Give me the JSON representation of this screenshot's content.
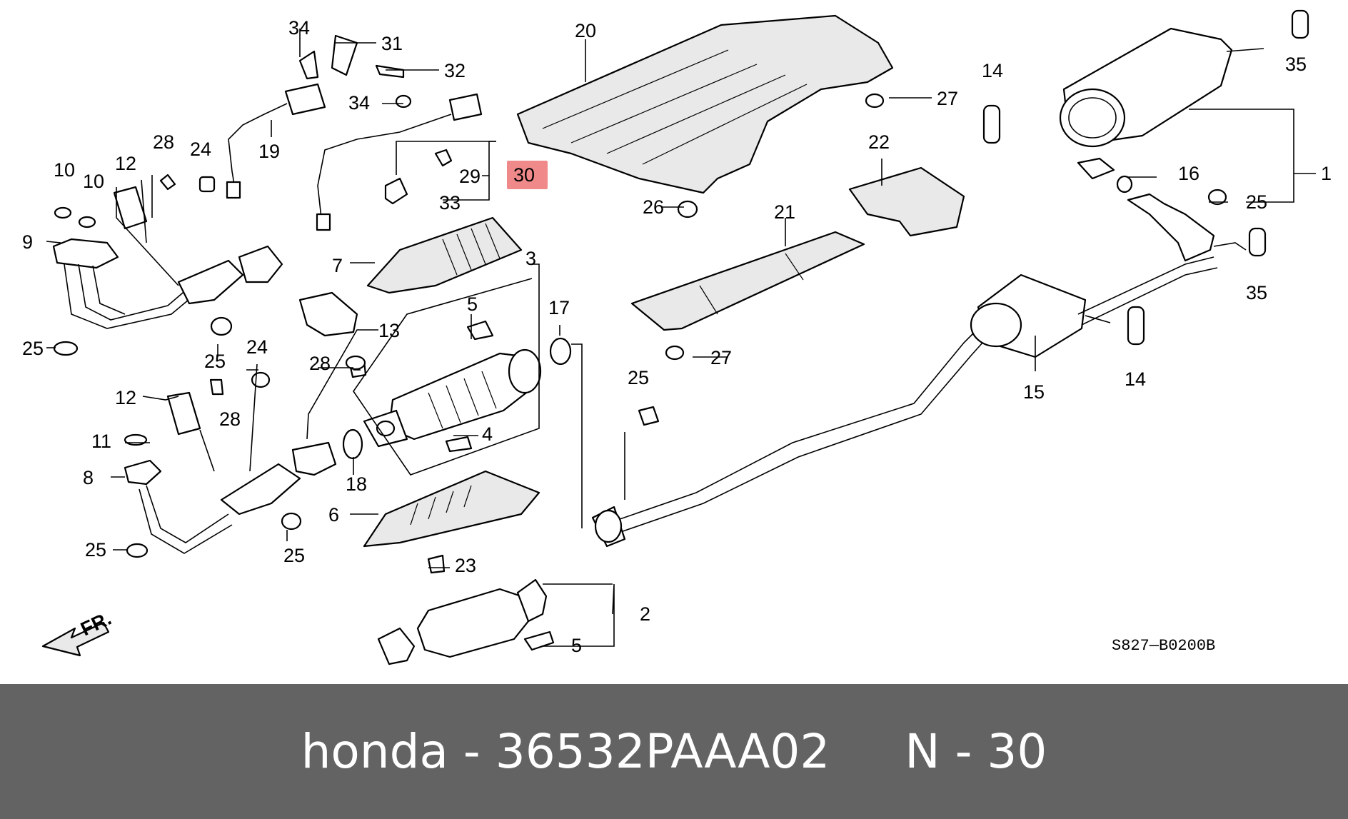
{
  "footer": {
    "brand": "honda",
    "part_number": "36532PAAA02",
    "ref_label": "N - 30",
    "text": "honda - 36532PAAA02     N - 30"
  },
  "diagram": {
    "code": "S827—B0200B",
    "direction_label": "FR.",
    "highlight_color": "#f08a8a",
    "highlight_label": "30",
    "callouts": [
      "34",
      "31",
      "32",
      "34",
      "19",
      "20",
      "27",
      "14",
      "35",
      "1",
      "16",
      "25",
      "35",
      "14",
      "15",
      "22",
      "21",
      "27",
      "26",
      "29",
      "33",
      "7",
      "3",
      "5",
      "17",
      "4",
      "18",
      "6",
      "23",
      "2",
      "5",
      "25",
      "13",
      "28",
      "12",
      "10",
      "10",
      "28",
      "24",
      "9",
      "25",
      "25",
      "24",
      "12",
      "28",
      "11",
      "8",
      "25",
      "25"
    ]
  }
}
